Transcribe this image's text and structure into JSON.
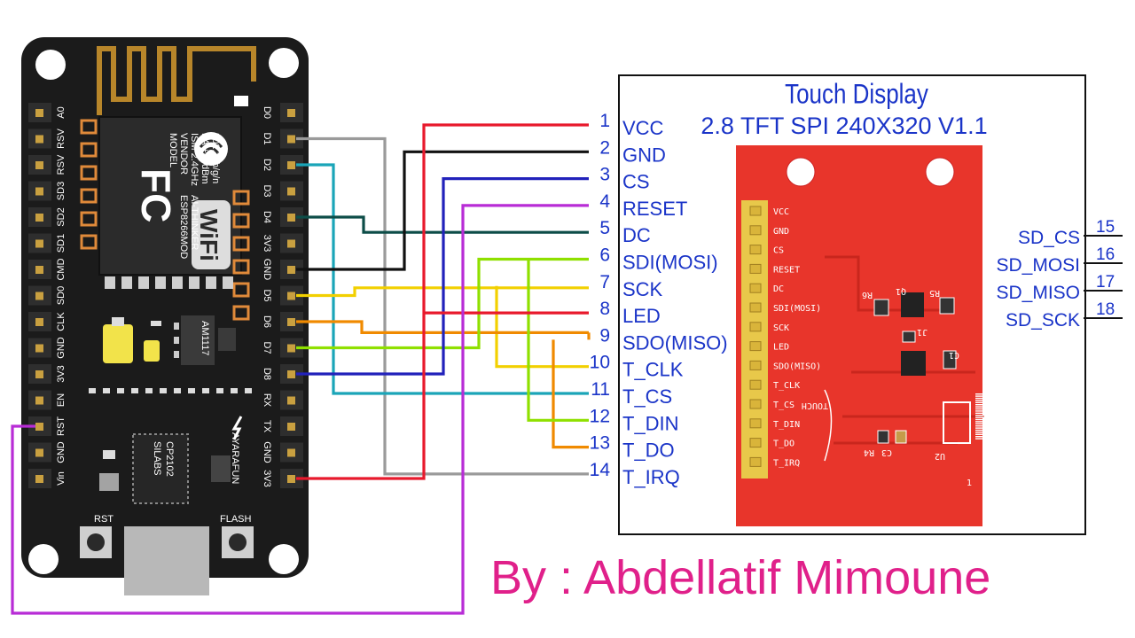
{
  "board": {
    "left_pins": [
      "A0",
      "RSV",
      "RSV",
      "SD3",
      "SD2",
      "SD1",
      "CMD",
      "SD0",
      "CLK",
      "GND",
      "3V3",
      "EN",
      "RST",
      "GND",
      "Vin"
    ],
    "right_pins": [
      "D0",
      "D1",
      "D2",
      "D3",
      "D4",
      "3V3",
      "GND",
      "D5",
      "D6",
      "D7",
      "D8",
      "RX",
      "TX",
      "GND",
      "3V3"
    ],
    "module_lines": [
      "MODEL",
      "VENDOR",
      "ISM 2.4GHz",
      "PA +25dBm",
      "802.11b/g/n"
    ],
    "module_values": [
      "ESP8266MOD",
      "AI-THINKER"
    ],
    "fcc_logo": "FC",
    "wifi_logo": "WiFi",
    "regulator": "AM1117",
    "usb_chip_lines": [
      "SILABS",
      "CP2102"
    ],
    "maker": "AYARAFUN",
    "rst_label": "RST",
    "flash_label": "FLASH"
  },
  "display": {
    "title_line1": "Touch Display",
    "title_line2": "2.8 TFT SPI 240X320 V1.1",
    "pins": [
      {
        "num": "1",
        "name": "VCC"
      },
      {
        "num": "2",
        "name": "GND"
      },
      {
        "num": "3",
        "name": "CS"
      },
      {
        "num": "4",
        "name": "RESET"
      },
      {
        "num": "5",
        "name": "DC"
      },
      {
        "num": "6",
        "name": "SDI(MOSI)"
      },
      {
        "num": "7",
        "name": "SCK"
      },
      {
        "num": "8",
        "name": "LED"
      },
      {
        "num": "9",
        "name": "SDO(MISO)"
      },
      {
        "num": "10",
        "name": "T_CLK"
      },
      {
        "num": "11",
        "name": "T_CS"
      },
      {
        "num": "12",
        "name": "T_DIN"
      },
      {
        "num": "13",
        "name": "T_DO"
      },
      {
        "num": "14",
        "name": "T_IRQ"
      }
    ],
    "sd_pins": [
      {
        "num": "15",
        "name": "SD_CS"
      },
      {
        "num": "16",
        "name": "SD_MOSI"
      },
      {
        "num": "17",
        "name": "SD_MISO"
      },
      {
        "num": "18",
        "name": "SD_SCK"
      }
    ],
    "pcb_labels": [
      "VCC",
      "GND",
      "CS",
      "RESET",
      "DC",
      "SDI(MOSI)",
      "SCK",
      "LED",
      "SDO(MISO)",
      "T_CLK",
      "T_CS",
      "T_DIN",
      "T_DO",
      "T_IRQ"
    ],
    "pcb_touch_label": "TOUCH",
    "pcb_parts": [
      "R6",
      "Q1",
      "R5",
      "J1",
      "C1",
      "U2",
      "R4",
      "C3"
    ],
    "pcb_corner": "1"
  },
  "credit": "By : Abdellatif Mimoune",
  "colors": {
    "board": "#1b1b1b",
    "pcb": "#e8352b",
    "header": "#e8c84a",
    "label": "#1a34c8",
    "credit": "#e0208a"
  },
  "wires": [
    {
      "from": "D1",
      "to": "T_IRQ",
      "color": "#9a9a9a"
    },
    {
      "from": "D2",
      "to": "T_CS",
      "color": "#1aa5b8"
    },
    {
      "from": "D4",
      "to": "DC",
      "color": "#0d4d48"
    },
    {
      "from": "GND",
      "to": "GND",
      "color": "#111111"
    },
    {
      "from": "D5",
      "to": "SCK",
      "color": "#f2d000"
    },
    {
      "from": "D5",
      "to": "T_CLK",
      "color": "#f2d000"
    },
    {
      "from": "D6",
      "to": "SDO(MISO)",
      "color": "#f08a00"
    },
    {
      "from": "D6",
      "to": "T_DO",
      "color": "#f08a00"
    },
    {
      "from": "D7",
      "to": "SDI(MOSI)",
      "color": "#8fe000"
    },
    {
      "from": "D7",
      "to": "T_DIN",
      "color": "#8fe000"
    },
    {
      "from": "D8",
      "to": "CS",
      "color": "#2222bb"
    },
    {
      "from": "3V3",
      "to": "VCC",
      "color": "#e8192c"
    },
    {
      "from": "3V3",
      "to": "LED",
      "color": "#e8192c"
    },
    {
      "from": "RST",
      "to": "RESET",
      "color": "#b82cd6"
    }
  ]
}
